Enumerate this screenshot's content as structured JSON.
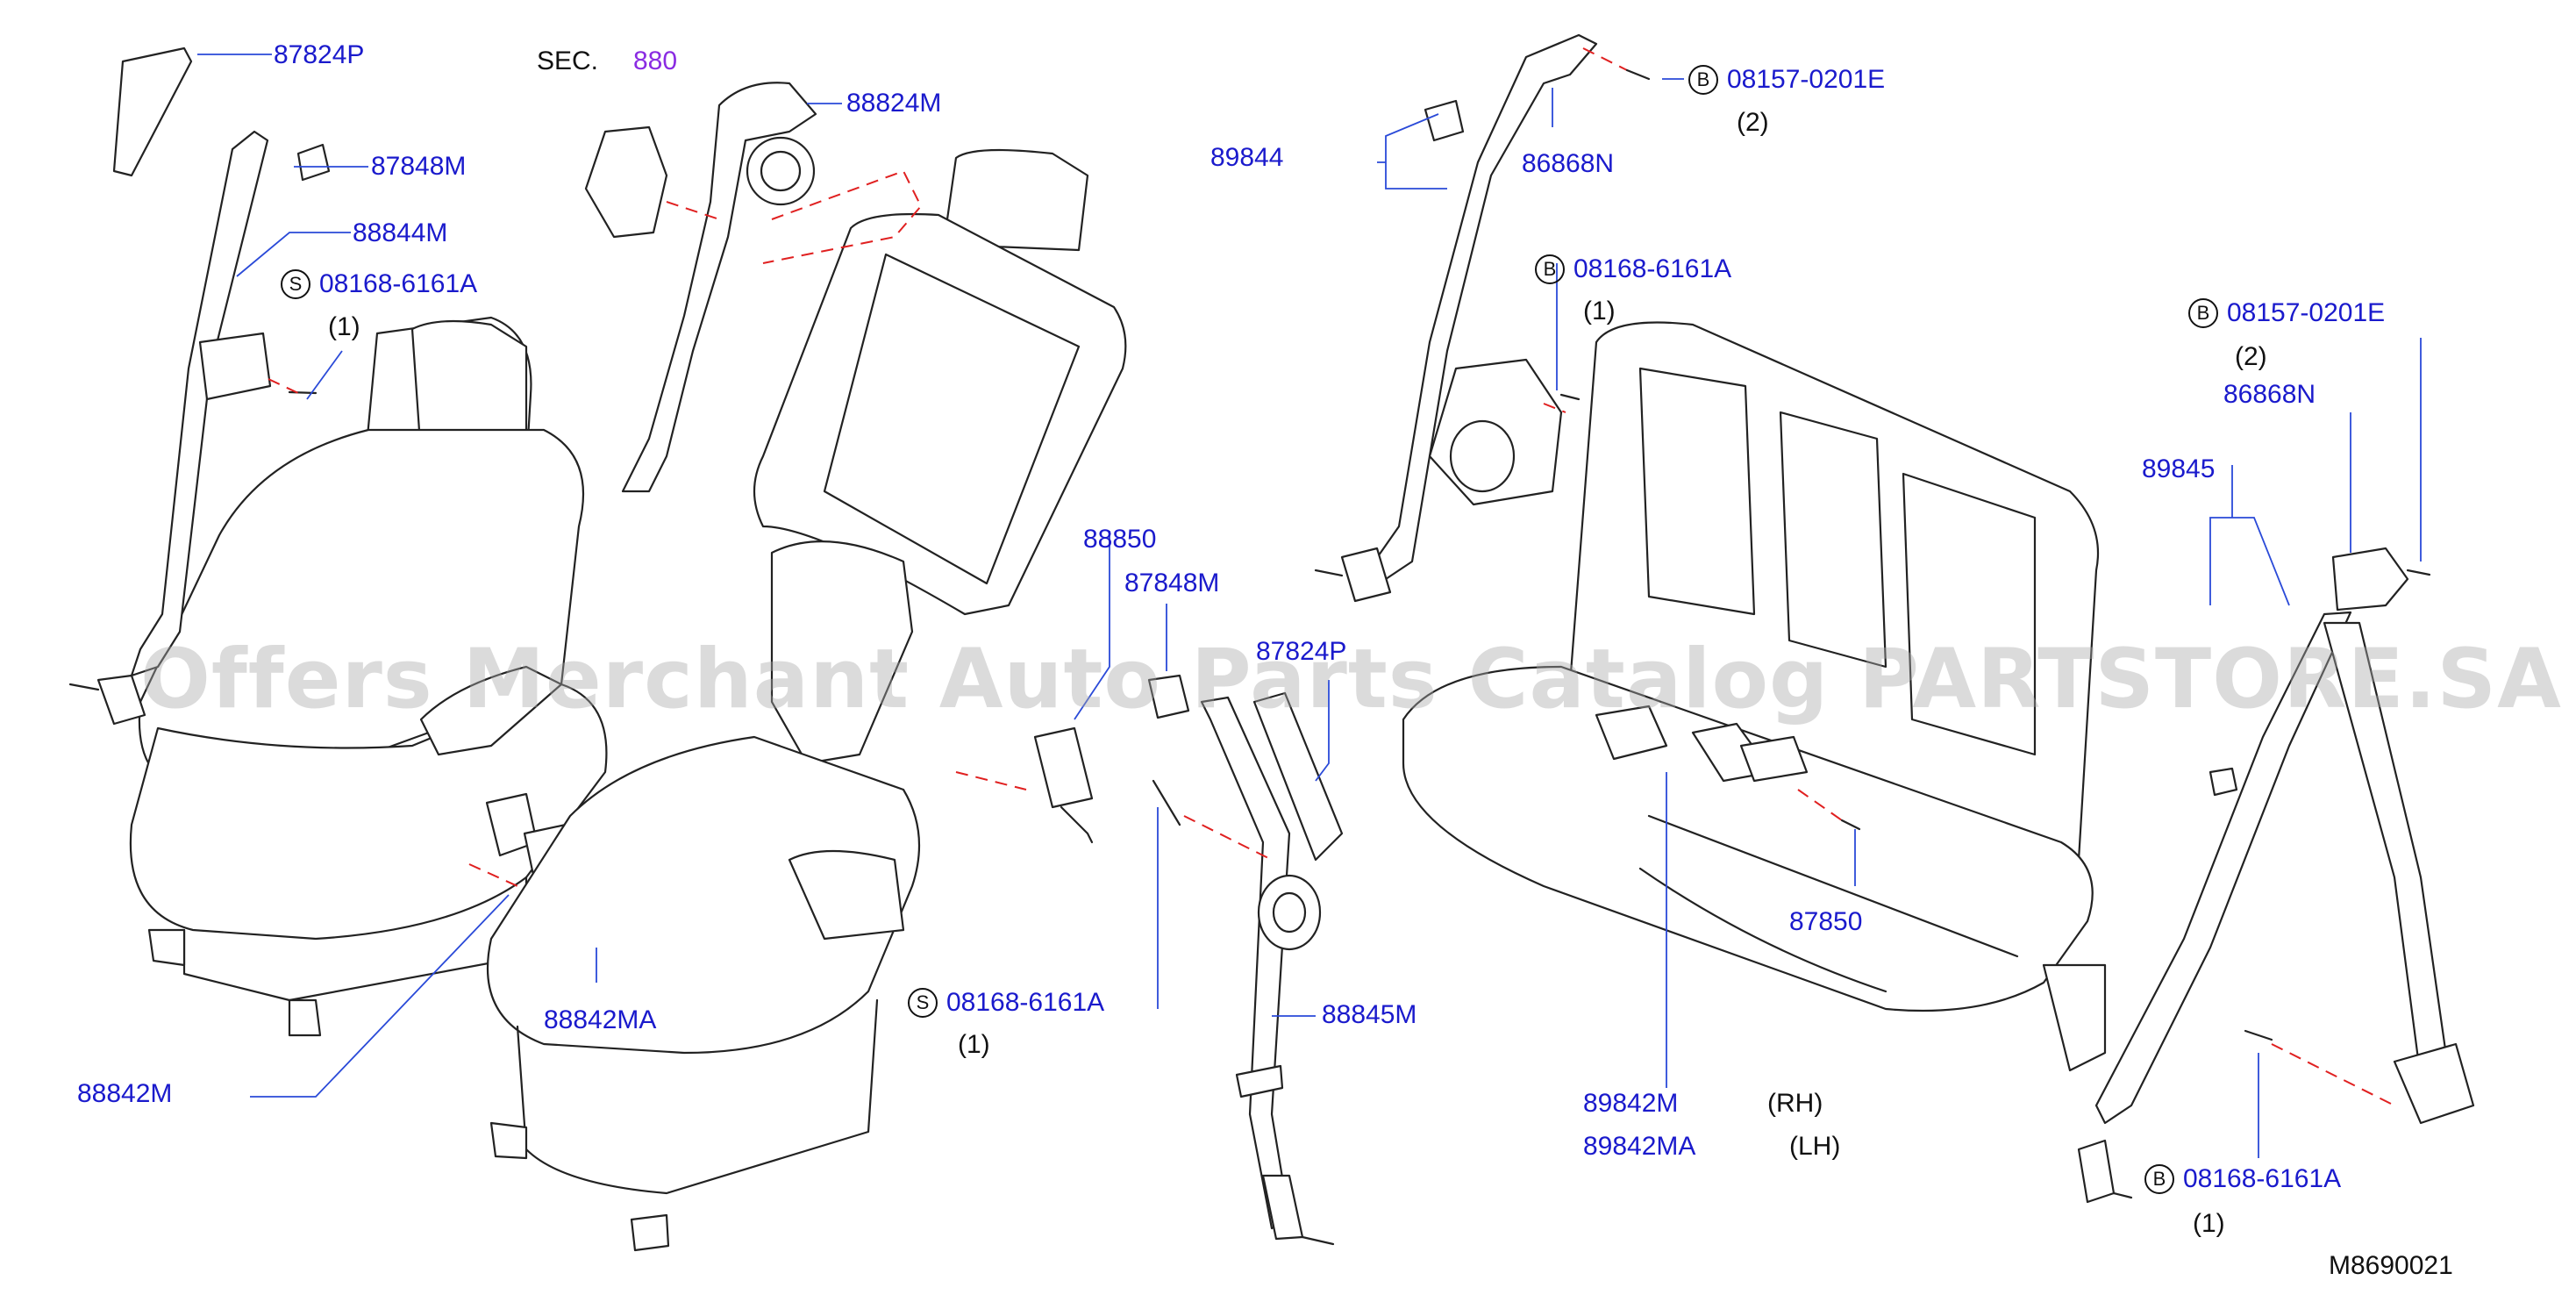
{
  "diagram": {
    "watermark": "Offers Merchant Auto Parts Catalog PARTSTORE.SA",
    "drawing_id": "M8690021",
    "sec_ref": {
      "prefix": "SEC.",
      "number": "880"
    },
    "part_labels": {
      "p87824P_a": "87824P",
      "p88824M": "88824M",
      "p87848M_a": "87848M",
      "p88844M": "88844M",
      "p88850": "88850",
      "p87848M_b": "87848M",
      "p87824P_b": "87824P",
      "p88845M": "88845M",
      "p88842MA": "88842MA",
      "p88842M": "88842M",
      "p89844": "89844",
      "p86868N_a": "86868N",
      "p86868N_b": "86868N",
      "p89845": "89845",
      "p87850": "87850",
      "p89842M": "89842M",
      "p89842MA": "89842MA"
    },
    "side_labels": {
      "rh": "(RH)",
      "lh": "(LH)"
    },
    "bolt_codes": [
      {
        "badge": "S",
        "code": "08168-6161A",
        "qty": "(1)"
      },
      {
        "badge": "S",
        "code": "08168-6161A",
        "qty": "(1)"
      },
      {
        "badge": "B",
        "code": "08157-0201E",
        "qty": "(2)"
      },
      {
        "badge": "B",
        "code": "08168-6161A",
        "qty": "(1)"
      },
      {
        "badge": "B",
        "code": "08157-0201E",
        "qty": "(2)"
      },
      {
        "badge": "B",
        "code": "08168-6161A",
        "qty": "(1)"
      }
    ]
  }
}
